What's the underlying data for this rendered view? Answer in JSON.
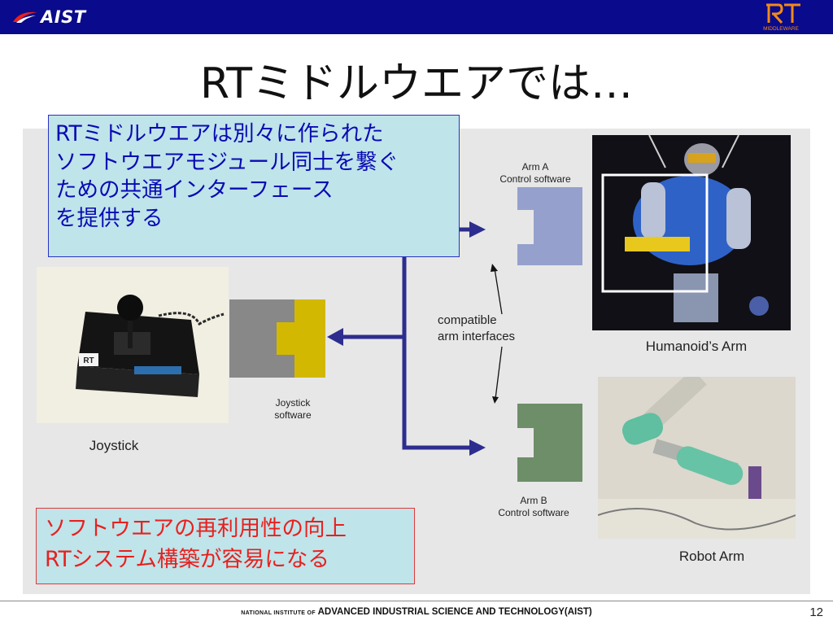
{
  "header": {
    "aist_logo_text": "AIST",
    "rt_logo_caption": "MIDDLEWARE",
    "bar_color": "#0a0a8c"
  },
  "slide": {
    "title": "RTミドルウエアでは…",
    "page_number": "12"
  },
  "callouts": {
    "top": "RTミドルウエアは別々に作られた\nソフトウエアモジュール同士を繋ぐ\nための共通インターフェース\nを提供する",
    "bottom": "ソフトウエアの再利用性の向上\nRTシステム構築が容易になる"
  },
  "diagram": {
    "joystick_caption": "Joystick",
    "joystick_badge": "RT",
    "joystick_software": "Joystick\nsoftware",
    "arm_a_label": "Arm A\nControl software",
    "arm_b_label": "Arm B\nControl software",
    "compatible_label": "compatible\narm interfaces",
    "humanoid_caption": "Humanoid’s Arm",
    "robot_caption": "Robot Arm",
    "colors": {
      "arrow": "#2d2d8f",
      "joystick_gray": "#888888",
      "joystick_yellow": "#d2b800",
      "arm_a": "#95a1cc",
      "arm_b": "#6d8e69"
    }
  },
  "footer": {
    "prefix": "NATIONAL INSTITUTE OF",
    "main": "ADVANCED INDUSTRIAL SCIENCE AND TECHNOLOGY",
    "suffix": "(AIST)"
  }
}
